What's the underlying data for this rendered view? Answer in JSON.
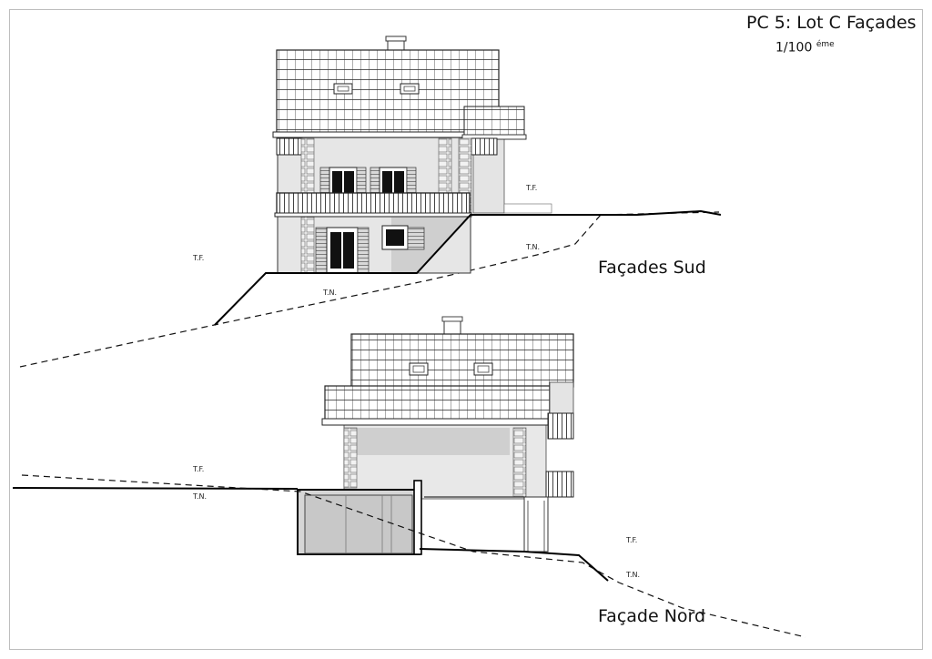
{
  "title": "PC 5: Lot C Façades",
  "scale": {
    "ratio": "1/100",
    "suffix": "éme"
  },
  "south": {
    "caption": "Façades Sud",
    "labels": {
      "tf_left": "T.F.",
      "tf_right": "T.F.",
      "tn_middle": "T.N.",
      "tn_right": "T.N."
    }
  },
  "north": {
    "caption": "Façade Nord",
    "labels": {
      "tf_left": "T.F.",
      "tn_left": "T.N.",
      "tf_right": "T.F.",
      "tn_right": "T.N."
    }
  }
}
